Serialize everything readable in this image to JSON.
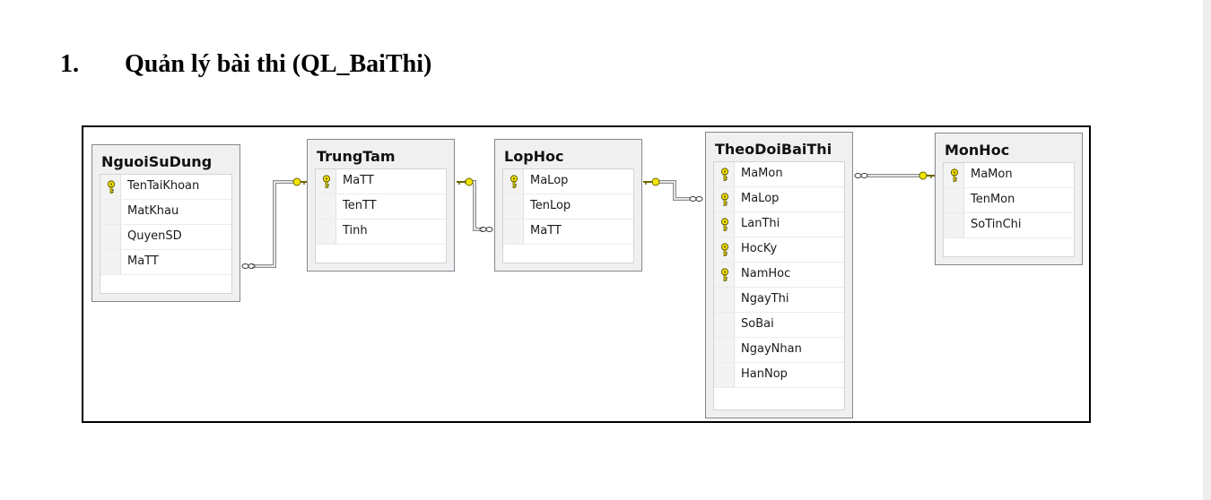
{
  "heading": {
    "number": "1.",
    "text": "Quản lý bài thi (QL_BaiThi)"
  },
  "diagram": {
    "tables": [
      {
        "name": "NguoiSuDung",
        "columns": [
          {
            "name": "TenTaiKhoan",
            "key": true
          },
          {
            "name": "MatKhau",
            "key": false
          },
          {
            "name": "QuyenSD",
            "key": false
          },
          {
            "name": "MaTT",
            "key": false
          }
        ]
      },
      {
        "name": "TrungTam",
        "columns": [
          {
            "name": "MaTT",
            "key": true
          },
          {
            "name": "TenTT",
            "key": false
          },
          {
            "name": "Tinh",
            "key": false
          }
        ]
      },
      {
        "name": "LopHoc",
        "columns": [
          {
            "name": "MaLop",
            "key": true
          },
          {
            "name": "TenLop",
            "key": false
          },
          {
            "name": "MaTT",
            "key": false
          }
        ]
      },
      {
        "name": "TheoDoiBaiThi",
        "columns": [
          {
            "name": "MaMon",
            "key": true
          },
          {
            "name": "MaLop",
            "key": true
          },
          {
            "name": "LanThi",
            "key": true
          },
          {
            "name": "HocKy",
            "key": true
          },
          {
            "name": "NamHoc",
            "key": true
          },
          {
            "name": "NgayThi",
            "key": false
          },
          {
            "name": "SoBai",
            "key": false
          },
          {
            "name": "NgayNhan",
            "key": false
          },
          {
            "name": "HanNop",
            "key": false
          }
        ]
      },
      {
        "name": "MonHoc",
        "columns": [
          {
            "name": "MaMon",
            "key": true
          },
          {
            "name": "TenMon",
            "key": false
          },
          {
            "name": "SoTinChi",
            "key": false
          }
        ]
      }
    ],
    "relationships": [
      {
        "from": "NguoiSuDung",
        "to": "TrungTam",
        "many_end": "NguoiSuDung",
        "one_end": "TrungTam"
      },
      {
        "from": "LopHoc",
        "to": "TrungTam",
        "many_end": "LopHoc",
        "one_end": "TrungTam"
      },
      {
        "from": "TheoDoiBaiThi",
        "to": "LopHoc",
        "many_end": "TheoDoiBaiThi",
        "one_end": "LopHoc"
      },
      {
        "from": "TheoDoiBaiThi",
        "to": "MonHoc",
        "many_end": "TheoDoiBaiThi",
        "one_end": "MonHoc"
      }
    ]
  }
}
